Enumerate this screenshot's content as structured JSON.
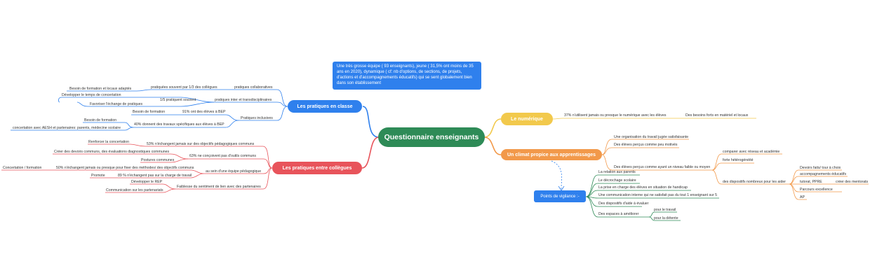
{
  "root": "Questionnaire enseignants",
  "note": "Une très  grosse équipe ( 93 enseignants), jeune ( 31,5% ont moins de 35 ans en 2020),  dynamique ( cf: nb d'options, de sections, de projets, d'actions et d'accompagnements éducatifs) qui se sent globalement bien dans son établissement",
  "main_topics": {
    "pratiques_classe": "Les pratiques en classe",
    "pratiques_collegues": "Les pratiques entre collègues",
    "numerique": "Le numérique",
    "climat": "Un climat propice aux apprentissages"
  },
  "pratiques_classe": {
    "collab": "pratiques collaboratives",
    "collab_detail": "pratiquées souvent par 1/3 des collègues",
    "besoin_locaux": "Besoin de formation et locaux adaptés",
    "interdisc": "pratiques inter et transdisciplinaires",
    "interdisc_detail": "1/5 pratiquent souvent",
    "concertation": "Développer le temps de concertation",
    "echange": "Favoriser l'échange de pratiques",
    "inclusives": "Pratiques inclusives",
    "ebep_91": "91% ont des élèves à BEP",
    "besoin_formation_1": "Besoin de formation",
    "ebep_40": "40% donnent des travaux spécifiques aux élèves à BEP",
    "besoin_formation_2": "Besoin de formation",
    "aesh": "concertation avec AESH et partenaires: parents, médecine scolaire"
  },
  "pratiques_collegues": {
    "p53": "53% n'échangent jamais sur des objectifs pédagogiques communs",
    "renforcer": "Renforcer la concertation",
    "p63": "63% ne conçoivent pas d'outils communs",
    "creer": "Créer des devoirs communs, des évaluations diagnostiques communes",
    "postures": "Postures communes",
    "equipe": "au sein d'une équipe pédagogique",
    "p50": "50% n'échangent jamais ou presque pour fixer des méthodes/ des objectifs communs",
    "concert_form": "Concertation / formation",
    "p89": "89 % n'échangent pas sur la charge de travail",
    "promote": "Promote",
    "faiblesse": "Faiblesse du sentiment de lien avec des partenaires",
    "rep": "Développer le REP",
    "communication": "Communication sur les partenariats"
  },
  "numerique": {
    "p37": "37% n'utilisent jamais ou presque le numérique avec les élèves",
    "besoins": "Des besoins forts en matériel et locaux"
  },
  "climat": {
    "organisation": "Une organisation du travail jugée satisfaisante",
    "motives": "Des élèves perçus comme peu motivés",
    "niveau": "Des élèves perçus comme ayant un niveau faible ou moyen",
    "comparer": "comparer avec réseau et académie",
    "heterogeneite": "forte hétérogénéité",
    "dispositifs": "des dispositifs nombreux pour les aider",
    "devoirs_faits": "Devoirs faits/ tour à choix",
    "accompagnements": "accompagnements éducatifs",
    "tutorat": "tutorat, PPRE",
    "mentorats": "créer des mentorats",
    "parcours": "Parcours excellence",
    "ap": "AP"
  },
  "vigilance": {
    "title": "Points de vigilance :-",
    "items": [
      "La relation aux parents",
      "Le décrochage scolaire",
      "La prise  en charge des élèves en situation de handicap",
      "Une communication interne qui ne  satisfait pas du tout 1 enseignant sur 5",
      "Des dispositifs d'aide à évaluer",
      "Des espaces à améliorer"
    ],
    "travail": "pour le travail",
    "detente": "pour la détente"
  },
  "colors": {
    "root": "#2e8b57",
    "classe": "#2f80ed",
    "collegues": "#e8545b",
    "numerique": "#f2c94c",
    "climat": "#f2994a",
    "vigilance": "#2e8b57"
  }
}
